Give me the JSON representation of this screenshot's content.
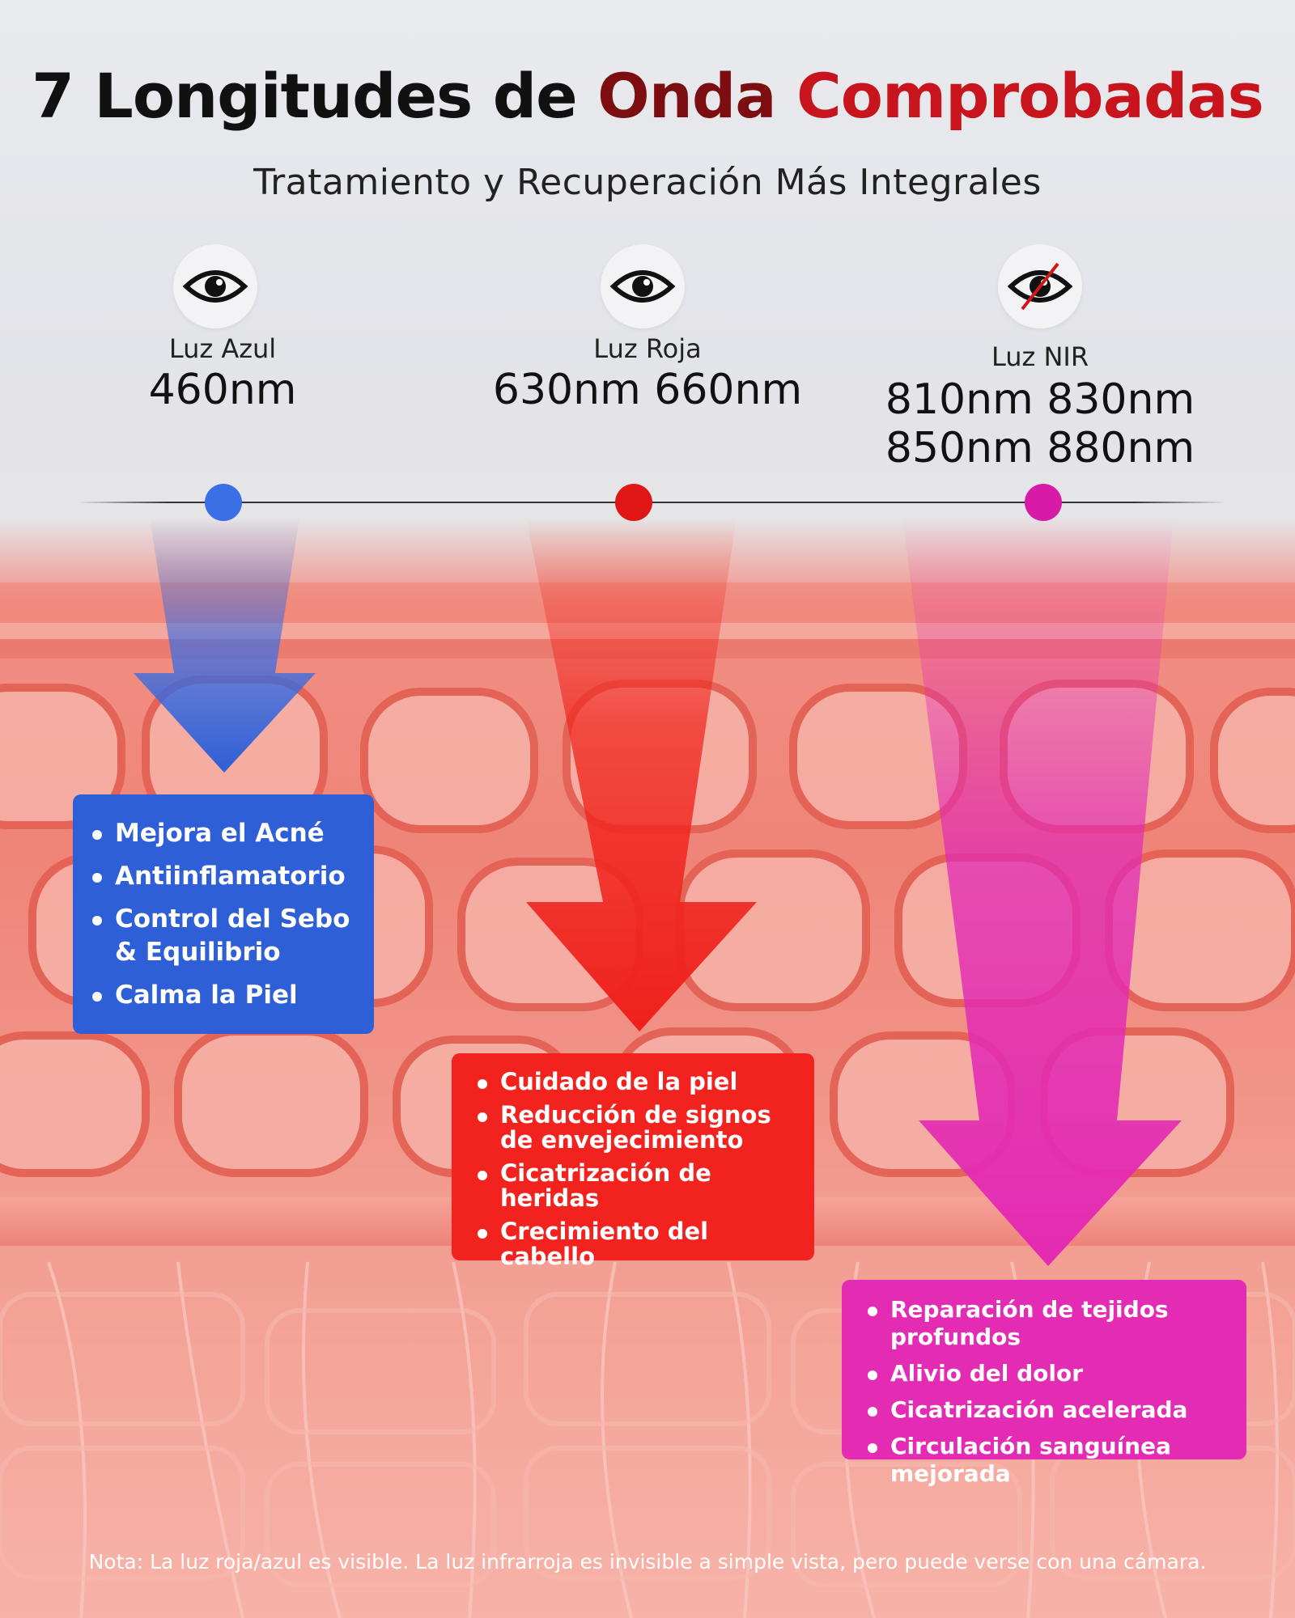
{
  "title": {
    "part1": "7 Longitudes de ",
    "part2": "Onda",
    "part3": " Comprobadas"
  },
  "subtitle": "Tratamiento y Recuperación Más Integrales",
  "wavelengths": [
    {
      "label": "Luz Azul",
      "values": [
        "460nm"
      ],
      "icon": "eye-icon",
      "color": "#3a6fe6",
      "benefits": [
        "Mejora el Acné",
        "Antiinflamatorio",
        "Control del Sebo & Equilibrio",
        "Calma la Piel"
      ]
    },
    {
      "label": "Luz Roja",
      "values": [
        "630nm 660nm"
      ],
      "icon": "eye-icon",
      "color": "#e01515",
      "benefits": [
        "Cuidado de la piel",
        "Reducción de signos de envejecimiento",
        "Cicatrización de heridas",
        "Crecimiento del cabello"
      ]
    },
    {
      "label": "Luz NIR",
      "values": [
        "810nm 830nm",
        "850nm 880nm"
      ],
      "icon": "eye-slash-icon",
      "color": "#d81aa8",
      "benefits": [
        "Reparación de tejidos profundos",
        "Alivio del dolor",
        "Cicatrización acelerada",
        "Circulación sanguínea mejorada"
      ]
    }
  ],
  "note": "Nota: La luz roja/azul es visible. La luz infrarroja es invisible a simple vista, pero puede verse con una cámara."
}
